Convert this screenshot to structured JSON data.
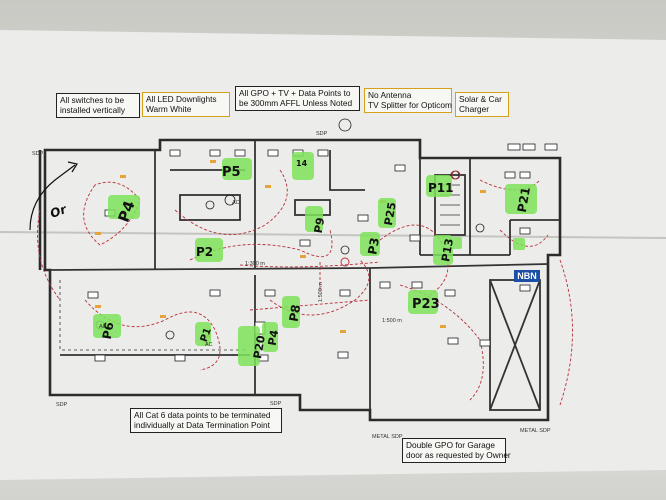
{
  "notes": {
    "switches": [
      "All switches to be",
      "installed vertically"
    ],
    "downlights": [
      "All LED Downlights",
      "Warm White"
    ],
    "gpo": [
      "All GPO + TV + Data Points to",
      "be 300mm AFFL Unless Noted"
    ],
    "antenna": [
      "No Antenna",
      "TV Splitter for Opticom"
    ],
    "solar": [
      "Solar & Car",
      "Charger"
    ],
    "cat6": [
      "All Cat 6 data points to be terminated",
      "individually at Data Termination Point"
    ],
    "garage": [
      "Double GPO for Garage",
      "door as requested by Owner"
    ]
  },
  "badge": "NBN",
  "handwritten_labels": [
    "P4",
    "P5",
    "14",
    "P2",
    "P9",
    "P3",
    "P25",
    "P11",
    "P13",
    "P21",
    "P23",
    "P6",
    "P20",
    "P4",
    "P8",
    "P1"
  ],
  "dimensions": [
    "1:300 m",
    "1:500 m",
    "1:500 m"
  ],
  "plan_labels": {
    "sdp": "SDP",
    "metal_sdp": "METAL SDP",
    "ac": "AC"
  },
  "colors": {
    "wall": "#2b2b2b",
    "highlight": "#7ee35a",
    "circuit": "#b8303a",
    "note_border_yellow": "#d4a21a",
    "nbn": "#1b4fa8"
  }
}
